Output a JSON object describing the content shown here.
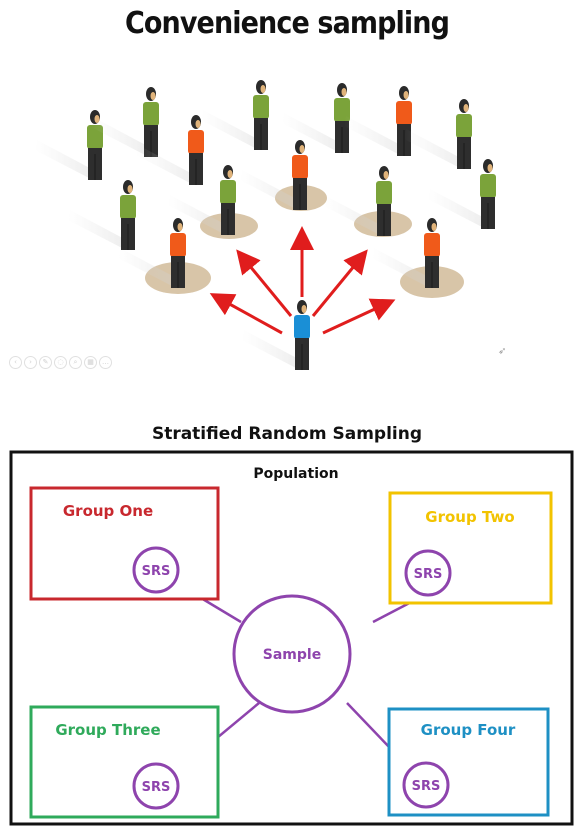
{
  "top": {
    "title": "Convenience sampling",
    "colors": {
      "green": "#7ba33a",
      "orange": "#f05a1a",
      "blue": "#1a8fd6",
      "head": "#2b2b2b",
      "skin": "#e0b37a",
      "legs": "#2e2e2e",
      "spot": "#d8c5a8",
      "arrow": "#e01d1d"
    },
    "toolbar_icons": [
      "nav-prev-icon",
      "nav-next-icon",
      "pen-icon",
      "eraser-icon",
      "zoom-icon",
      "grid-icon",
      "more-icon"
    ]
  },
  "bottom": {
    "title": "Stratified Random Sampling",
    "population_label": "Population",
    "groups": [
      {
        "label": "Group One",
        "color": "#c8282e"
      },
      {
        "label": "Group Two",
        "color": "#f2c300"
      },
      {
        "label": "Group Three",
        "color": "#2faa5b"
      },
      {
        "label": "Group Four",
        "color": "#1e90c4"
      }
    ],
    "srs_label": "SRS",
    "sample_label": "Sample",
    "purple": "#8e44ad"
  }
}
